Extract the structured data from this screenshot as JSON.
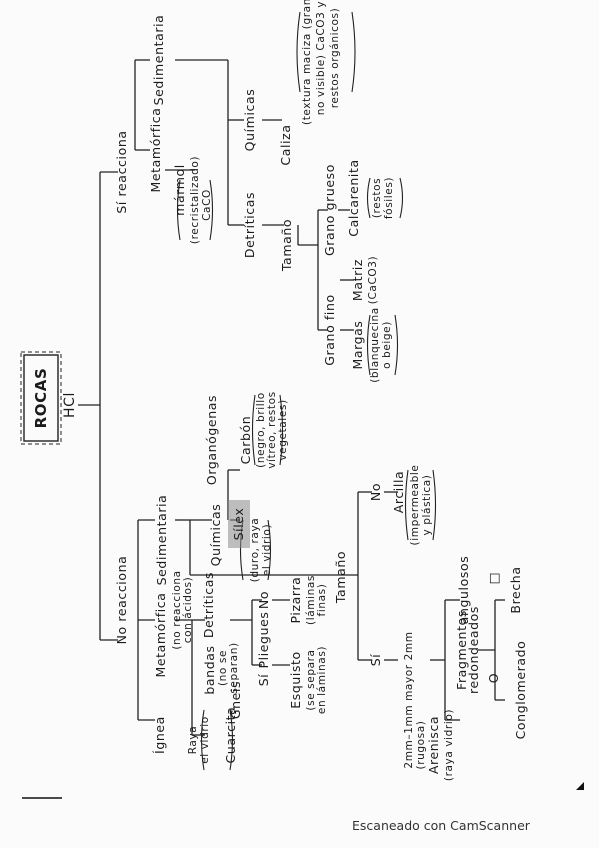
{
  "document": {
    "scanner_watermark": "Escaneado con CamScanner"
  },
  "diagram": {
    "root": "ROCAS",
    "root_sub": "HCl",
    "branch_react": "Sí reacciona",
    "branch_no_react": "No reacciona",
    "react": {
      "sedimentaria": "Sedimentaria",
      "metamorfica": "Metamórfica",
      "marmol": "mármol",
      "marmol_note": "(recristalizado)",
      "marmol_comp1": "CaCO",
      "marmol_comp_sub": "3",
      "quimicas": "Químicas",
      "caliza": "Caliza",
      "caliza_note1": "(textura maciza (grano",
      "caliza_note2": "no visible) CaCO3 y",
      "caliza_note3": "restos orgánicos)",
      "detriticas": "Detríticas",
      "tamano": "Tamaño",
      "grano_grueso": "Grano grueso",
      "calcarenita": "Calcarenita",
      "calcarenita_note1": "(restos",
      "calcarenita_note2": "fósiles)",
      "grano_fino": "Grano fino",
      "matriz": "Matriz",
      "matriz_note": "(CaCO3)",
      "margas": "Margas",
      "margas_note1": "(blanquecina",
      "margas_note2": "o beige)"
    },
    "no_react": {
      "ignea": "Ígnea",
      "metamorfica": "Metamórfica",
      "metamorfica_note1": "(no reacciona",
      "metamorfica_note2": "con ácidos)",
      "sedimentaria": "Sedimentaria",
      "quimicas": "Químicas",
      "organogenas": "Organógenas",
      "carbon": "Carbón",
      "carbon_note1": "(negro, brillo",
      "carbon_note2": "vítreo, restos",
      "carbon_note3": "vegetales)",
      "silex": "Sílex",
      "silex_note1": "(duro, raya",
      "silex_note2": "el vidrio)",
      "detriticas": "Detríticas",
      "tamano": "Tamaño",
      "no": "No",
      "arcilla": "Arcilla",
      "arcilla_note1": "(impermeable",
      "arcilla_note2": "y plástica)",
      "si": "Sí",
      "mm": "2mm–1mm mayor 2mm",
      "arenisca_note1": "(rugosa)",
      "arenisca": "Arenisca",
      "arenisca_note2": "(raya vidrio)",
      "fragmentos": "Fragmentos",
      "redondeados": "redondeados",
      "angulosos": "angulosos",
      "conglomerado": "Conglomerado",
      "brecha": "Brecha",
      "circle_symbol": "O",
      "square_symbol": "□",
      "cuarcita": "Cuarcita",
      "raya_vidrio1": "Raya",
      "raya_vidrio2": "el vidrio",
      "gneis": "Gneis",
      "bandas": "bandas",
      "no_se": "(no se",
      "separa": "separan)",
      "esquisto": "Esquisto",
      "lamina": "(se separa",
      "lamina2": "en láminas)",
      "pizarra": "Pizarra",
      "pizarra_note1": "(láminas",
      "pizarra_note2": "finas)",
      "pliegues": "Pliegues",
      "no2": "No",
      "si2": "Sí"
    }
  }
}
